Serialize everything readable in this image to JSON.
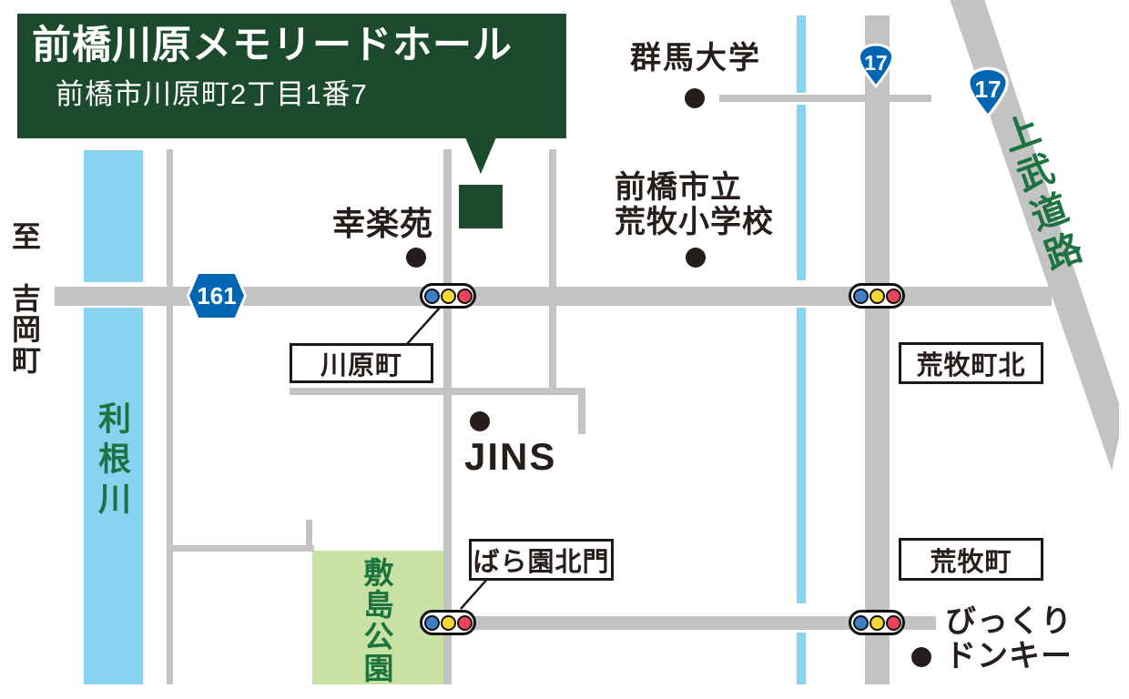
{
  "callout": {
    "title": "前橋川原メモリードホール",
    "address": "前橋市川原町2丁目1番7"
  },
  "areas": {
    "river_label": "利根川",
    "park_label": "敷島公園",
    "direction_label": "至　吉岡町",
    "bypass_label": "上武道路"
  },
  "places": {
    "university": "群馬大学",
    "school_line1": "前橋市立",
    "school_line2": "荒牧小学校",
    "ramen": "幸楽苑",
    "glasses": "JINS",
    "restaurant_line1": "びっくり",
    "restaurant_line2": "ドンキー"
  },
  "intersections": {
    "kawaharamachi": "川原町",
    "aramakimachi_kita": "荒牧町北",
    "barazono_kitamon": "ばら園北門",
    "aramakimachi": "荒牧町"
  },
  "route_badges": {
    "prefectural_161": "161",
    "national_17_main": "17",
    "national_17_bypass": "17"
  },
  "colors": {
    "brand_green": "#1b4a2c",
    "map_text_green": "#1c7340",
    "river_blue": "#8ad2f2",
    "park_green": "#c8e2a4",
    "road_gray": "#c3c3c3",
    "route_sign_blue": "#0066b3",
    "signal_blue": "#3d7ec5",
    "signal_yellow": "#f5d833",
    "signal_red": "#e8425c"
  }
}
